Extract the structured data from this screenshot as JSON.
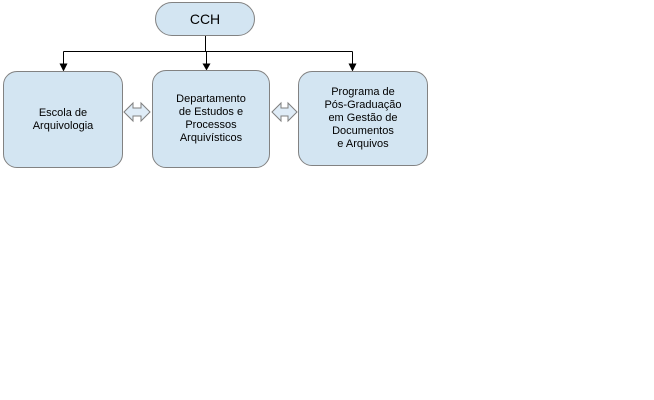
{
  "diagram": {
    "root": {
      "label": "CCH"
    },
    "children": [
      {
        "label": "Escola de\nArquivologia"
      },
      {
        "label": "Departamento\nde Estudos e\nProcessos\nArquivísticos"
      },
      {
        "label": "Programa de\nPós-Graduação\nem Gestão de\nDocumentos\ne Arquivos"
      }
    ],
    "colors": {
      "node_fill": "#d3e5f2",
      "node_border": "#828282",
      "double_arrow_fill": "#dfecf7",
      "double_arrow_border": "#7f7f7f",
      "tree_line": "#000000",
      "text": "#000000",
      "background": "#ffffff"
    }
  }
}
